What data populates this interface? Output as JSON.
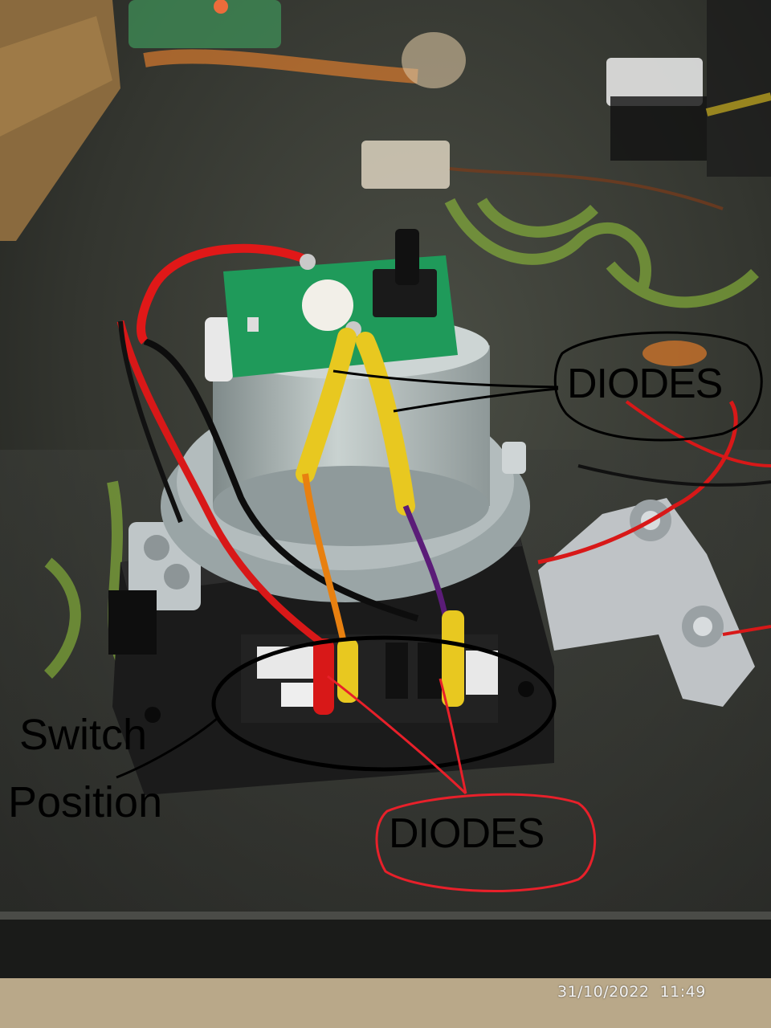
{
  "photo": {
    "subject": "photo of wired rotary motor with switch board",
    "annotations": {
      "top_label": "DIODES",
      "bottom_label": "DIODES",
      "switch_label_line1": "Switch",
      "switch_label_line2": "Position"
    },
    "timestamp": "31/10/2022  11:49",
    "colors": {
      "annotation_black": "#000000",
      "annotation_red": "#e8202a",
      "pcb_green": "#1f9a5a",
      "heatshrink_yellow": "#e8c820",
      "wire_red": "#d81818"
    }
  }
}
